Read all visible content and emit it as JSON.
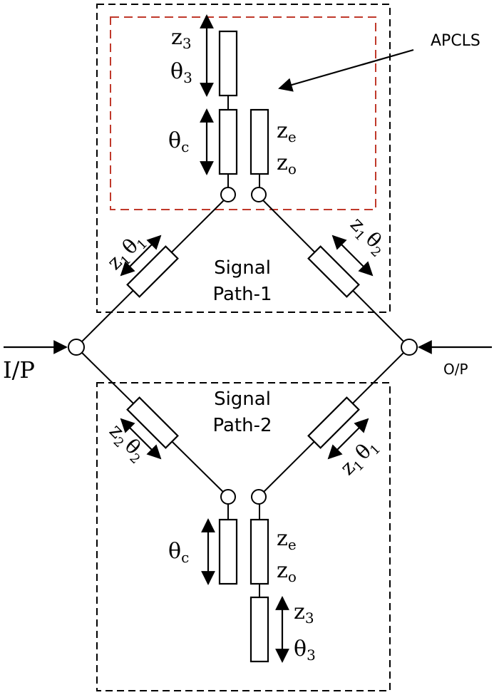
{
  "labels": {
    "apcls": "APCLS",
    "input": "I/P",
    "output": "O/P",
    "path1_line1": "Signal",
    "path1_line2": "Path-1",
    "path2_line1": "Signal",
    "path2_line2": "Path-2"
  },
  "top_block": {
    "stub_z": "z",
    "stub_z_sub": "3",
    "stub_theta": "θ",
    "stub_theta_sub": "3",
    "coupled_theta": "θ",
    "coupled_theta_sub": "c",
    "even_z": "z",
    "even_z_sub": "e",
    "odd_z": "z",
    "odd_z_sub": "o"
  },
  "bottom_block": {
    "stub_z": "z",
    "stub_z_sub": "3",
    "stub_theta": "θ",
    "stub_theta_sub": "3",
    "coupled_theta": "θ",
    "coupled_theta_sub": "c",
    "even_z": "z",
    "even_z_sub": "e",
    "odd_z": "z",
    "odd_z_sub": "o"
  },
  "branches": {
    "top_left": {
      "z": "z",
      "z_sub": "1",
      "theta": "θ",
      "theta_sub": "1"
    },
    "top_right": {
      "z": "z",
      "z_sub": "1",
      "theta": "θ",
      "theta_sub": "2"
    },
    "bottom_left": {
      "z": "z",
      "z_sub": "2",
      "theta": "θ",
      "theta_sub": "2"
    },
    "bottom_right": {
      "z": "z",
      "z_sub": "1",
      "theta": "θ",
      "theta_sub": "1"
    }
  },
  "colors": {
    "line": "#000000",
    "apcls_box": "#c0392b"
  }
}
